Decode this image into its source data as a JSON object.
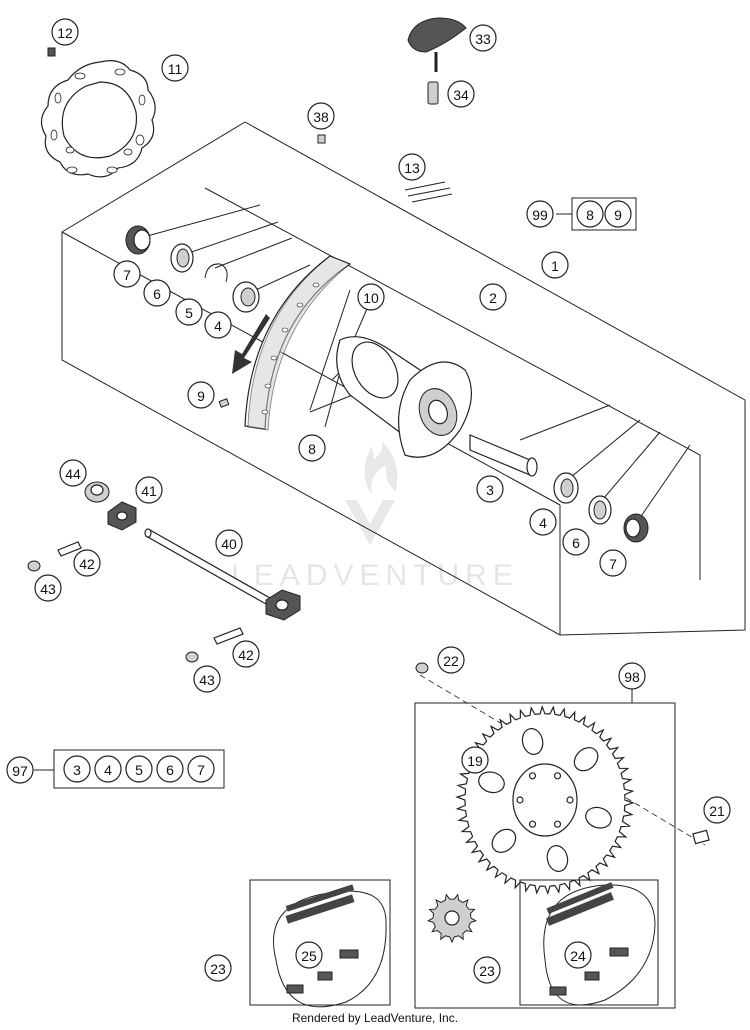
{
  "parts": [
    {
      "id": "p12",
      "label": "12"
    },
    {
      "id": "p11",
      "label": "11"
    },
    {
      "id": "p33",
      "label": "33"
    },
    {
      "id": "p34",
      "label": "34"
    },
    {
      "id": "p38",
      "label": "38"
    },
    {
      "id": "p13",
      "label": "13"
    },
    {
      "id": "p1",
      "label": "1"
    },
    {
      "id": "p2",
      "label": "2"
    },
    {
      "id": "p10",
      "label": "10"
    },
    {
      "id": "p7a",
      "label": "7"
    },
    {
      "id": "p6a",
      "label": "6"
    },
    {
      "id": "p5",
      "label": "5"
    },
    {
      "id": "p4a",
      "label": "4"
    },
    {
      "id": "p9",
      "label": "9"
    },
    {
      "id": "p8",
      "label": "8"
    },
    {
      "id": "p3",
      "label": "3"
    },
    {
      "id": "p4b",
      "label": "4"
    },
    {
      "id": "p6b",
      "label": "6"
    },
    {
      "id": "p7b",
      "label": "7"
    },
    {
      "id": "p44",
      "label": "44"
    },
    {
      "id": "p41",
      "label": "41"
    },
    {
      "id": "p40",
      "label": "40"
    },
    {
      "id": "p42a",
      "label": "42"
    },
    {
      "id": "p43a",
      "label": "43"
    },
    {
      "id": "p42b",
      "label": "42"
    },
    {
      "id": "p43b",
      "label": "43"
    },
    {
      "id": "p22",
      "label": "22"
    },
    {
      "id": "p98",
      "label": "98"
    },
    {
      "id": "p19",
      "label": "19"
    },
    {
      "id": "p21",
      "label": "21"
    },
    {
      "id": "p97",
      "label": "97"
    },
    {
      "id": "p23a",
      "label": "23"
    },
    {
      "id": "p25",
      "label": "25"
    },
    {
      "id": "p23b",
      "label": "23"
    },
    {
      "id": "p24",
      "label": "24"
    }
  ],
  "kits": [
    {
      "id": "kit99",
      "label": "99",
      "members": [
        "8",
        "9"
      ]
    },
    {
      "id": "kit97",
      "label": "97",
      "members": [
        "3",
        "4",
        "5",
        "6",
        "7"
      ]
    }
  ],
  "watermark": "LEADVENTURE",
  "footer": "Rendered by LeadVenture, Inc."
}
